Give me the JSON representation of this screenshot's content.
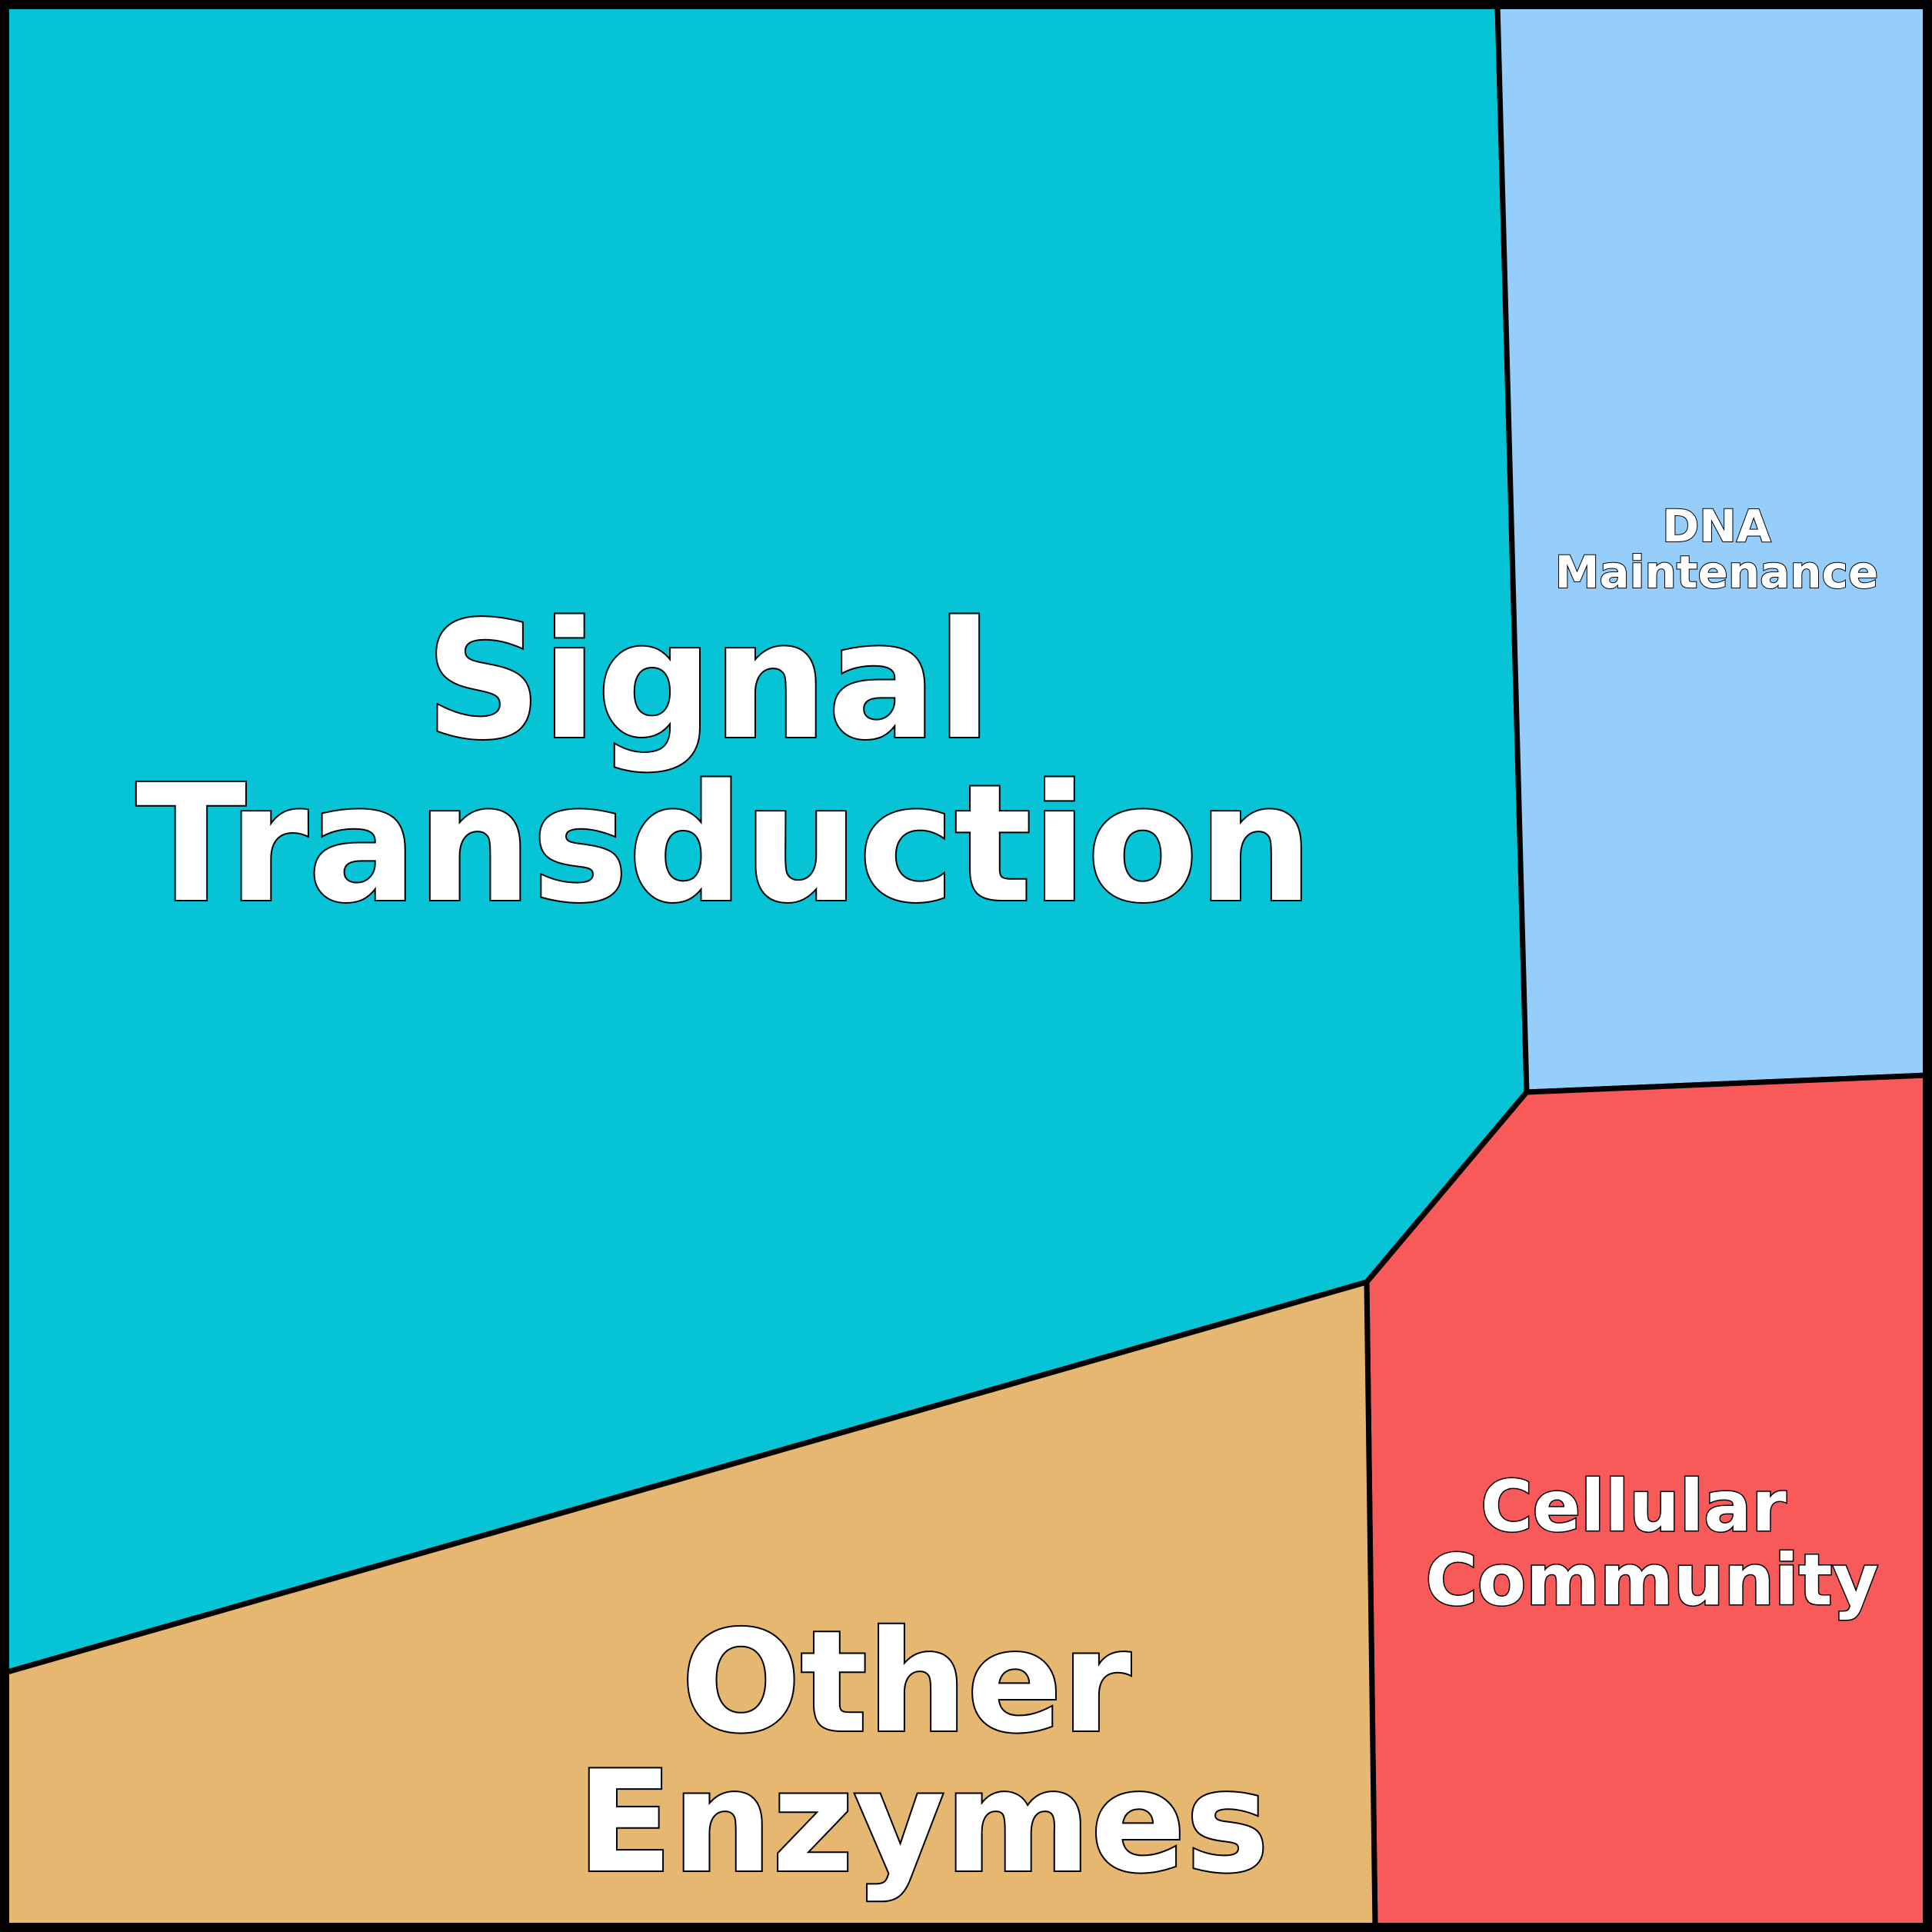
{
  "chart_data": {
    "type": "treemap",
    "layout": "voronoi",
    "cells": [
      {
        "name": "Signal Transduction",
        "lines": [
          "Signal",
          "Transduction"
        ],
        "color": "#06c4d5"
      },
      {
        "name": "DNA Maintenance",
        "lines": [
          "DNA",
          "Maintenance"
        ],
        "color": "#95cdfb"
      },
      {
        "name": "Cellular Community",
        "lines": [
          "Cellular",
          "Community"
        ],
        "color": "#f75a59"
      },
      {
        "name": "Other Enzymes",
        "lines": [
          "Other",
          "Enzymes"
        ],
        "color": "#e5b770"
      }
    ]
  }
}
